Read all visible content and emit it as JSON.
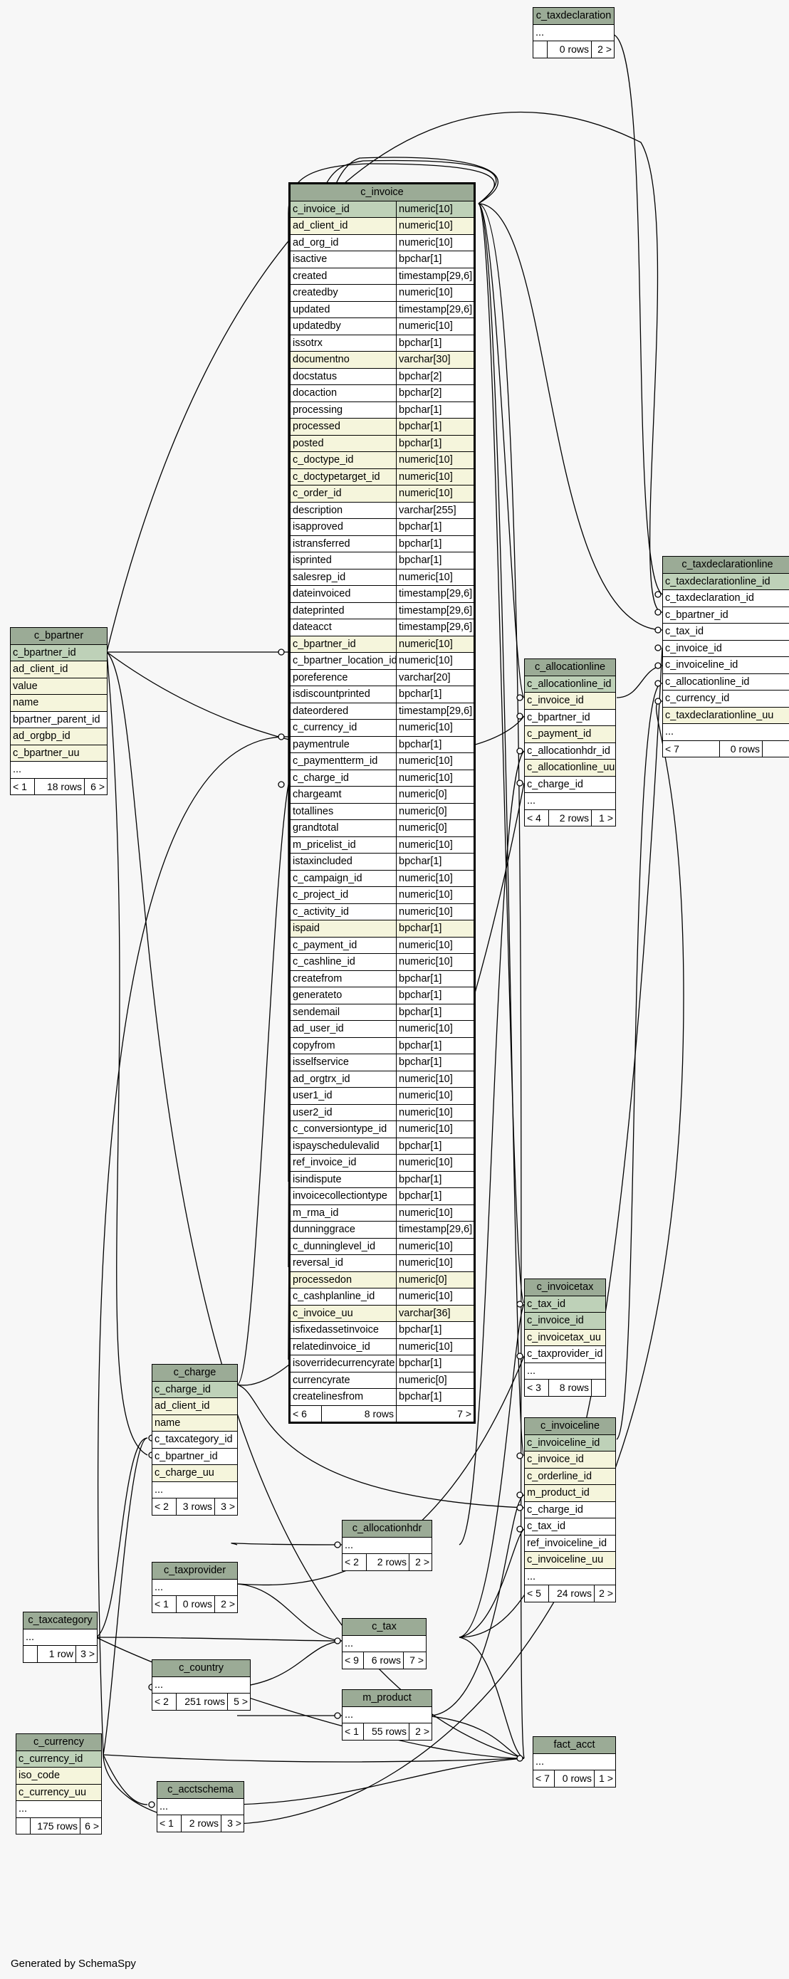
{
  "footer": "Generated by SchemaSpy",
  "tables": {
    "c_invoice": {
      "name": "c_invoice",
      "columns": [
        [
          "c_invoice_id",
          "numeric[10]",
          "pk"
        ],
        [
          "ad_client_id",
          "numeric[10]",
          "idx"
        ],
        [
          "ad_org_id",
          "numeric[10]",
          ""
        ],
        [
          "isactive",
          "bpchar[1]",
          ""
        ],
        [
          "created",
          "timestamp[29,6]",
          ""
        ],
        [
          "createdby",
          "numeric[10]",
          ""
        ],
        [
          "updated",
          "timestamp[29,6]",
          ""
        ],
        [
          "updatedby",
          "numeric[10]",
          ""
        ],
        [
          "issotrx",
          "bpchar[1]",
          ""
        ],
        [
          "documentno",
          "varchar[30]",
          "idx"
        ],
        [
          "docstatus",
          "bpchar[2]",
          ""
        ],
        [
          "docaction",
          "bpchar[2]",
          ""
        ],
        [
          "processing",
          "bpchar[1]",
          ""
        ],
        [
          "processed",
          "bpchar[1]",
          "idx"
        ],
        [
          "posted",
          "bpchar[1]",
          "idx"
        ],
        [
          "c_doctype_id",
          "numeric[10]",
          "idx"
        ],
        [
          "c_doctypetarget_id",
          "numeric[10]",
          "idx"
        ],
        [
          "c_order_id",
          "numeric[10]",
          "idx"
        ],
        [
          "description",
          "varchar[255]",
          ""
        ],
        [
          "isapproved",
          "bpchar[1]",
          ""
        ],
        [
          "istransferred",
          "bpchar[1]",
          ""
        ],
        [
          "isprinted",
          "bpchar[1]",
          ""
        ],
        [
          "salesrep_id",
          "numeric[10]",
          ""
        ],
        [
          "dateinvoiced",
          "timestamp[29,6]",
          ""
        ],
        [
          "dateprinted",
          "timestamp[29,6]",
          ""
        ],
        [
          "dateacct",
          "timestamp[29,6]",
          ""
        ],
        [
          "c_bpartner_id",
          "numeric[10]",
          "idx"
        ],
        [
          "c_bpartner_location_id",
          "numeric[10]",
          ""
        ],
        [
          "poreference",
          "varchar[20]",
          ""
        ],
        [
          "isdiscountprinted",
          "bpchar[1]",
          ""
        ],
        [
          "dateordered",
          "timestamp[29,6]",
          ""
        ],
        [
          "c_currency_id",
          "numeric[10]",
          ""
        ],
        [
          "paymentrule",
          "bpchar[1]",
          ""
        ],
        [
          "c_paymentterm_id",
          "numeric[10]",
          ""
        ],
        [
          "c_charge_id",
          "numeric[10]",
          ""
        ],
        [
          "chargeamt",
          "numeric[0]",
          ""
        ],
        [
          "totallines",
          "numeric[0]",
          ""
        ],
        [
          "grandtotal",
          "numeric[0]",
          ""
        ],
        [
          "m_pricelist_id",
          "numeric[10]",
          ""
        ],
        [
          "istaxincluded",
          "bpchar[1]",
          ""
        ],
        [
          "c_campaign_id",
          "numeric[10]",
          ""
        ],
        [
          "c_project_id",
          "numeric[10]",
          ""
        ],
        [
          "c_activity_id",
          "numeric[10]",
          ""
        ],
        [
          "ispaid",
          "bpchar[1]",
          "idx"
        ],
        [
          "c_payment_id",
          "numeric[10]",
          ""
        ],
        [
          "c_cashline_id",
          "numeric[10]",
          ""
        ],
        [
          "createfrom",
          "bpchar[1]",
          ""
        ],
        [
          "generateto",
          "bpchar[1]",
          ""
        ],
        [
          "sendemail",
          "bpchar[1]",
          ""
        ],
        [
          "ad_user_id",
          "numeric[10]",
          ""
        ],
        [
          "copyfrom",
          "bpchar[1]",
          ""
        ],
        [
          "isselfservice",
          "bpchar[1]",
          ""
        ],
        [
          "ad_orgtrx_id",
          "numeric[10]",
          ""
        ],
        [
          "user1_id",
          "numeric[10]",
          ""
        ],
        [
          "user2_id",
          "numeric[10]",
          ""
        ],
        [
          "c_conversiontype_id",
          "numeric[10]",
          ""
        ],
        [
          "ispayschedulevalid",
          "bpchar[1]",
          ""
        ],
        [
          "ref_invoice_id",
          "numeric[10]",
          ""
        ],
        [
          "isindispute",
          "bpchar[1]",
          ""
        ],
        [
          "invoicecollectiontype",
          "bpchar[1]",
          ""
        ],
        [
          "m_rma_id",
          "numeric[10]",
          ""
        ],
        [
          "dunninggrace",
          "timestamp[29,6]",
          ""
        ],
        [
          "c_dunninglevel_id",
          "numeric[10]",
          ""
        ],
        [
          "reversal_id",
          "numeric[10]",
          ""
        ],
        [
          "processedon",
          "numeric[0]",
          "idx"
        ],
        [
          "c_cashplanline_id",
          "numeric[10]",
          ""
        ],
        [
          "c_invoice_uu",
          "varchar[36]",
          "idx"
        ],
        [
          "isfixedassetinvoice",
          "bpchar[1]",
          ""
        ],
        [
          "relatedinvoice_id",
          "numeric[10]",
          ""
        ],
        [
          "isoverridecurrencyrate",
          "bpchar[1]",
          ""
        ],
        [
          "currencyrate",
          "numeric[0]",
          ""
        ],
        [
          "createlinesfrom",
          "bpchar[1]",
          ""
        ]
      ],
      "footer": [
        "< 6",
        "8 rows",
        "7 >"
      ]
    },
    "c_taxdeclaration": {
      "name": "c_taxdeclaration",
      "columns": [
        [
          "...",
          "",
          ""
        ]
      ],
      "footer": [
        "",
        "0 rows",
        "2 >"
      ]
    },
    "c_taxdeclarationline": {
      "name": "c_taxdeclarationline",
      "columns": [
        [
          "c_taxdeclarationline_id",
          "",
          "pk"
        ],
        [
          "c_taxdeclaration_id",
          "",
          ""
        ],
        [
          "c_bpartner_id",
          "",
          ""
        ],
        [
          "c_tax_id",
          "",
          ""
        ],
        [
          "c_invoice_id",
          "",
          ""
        ],
        [
          "c_invoiceline_id",
          "",
          ""
        ],
        [
          "c_allocationline_id",
          "",
          ""
        ],
        [
          "c_currency_id",
          "",
          ""
        ],
        [
          "c_taxdeclarationline_uu",
          "",
          "idx"
        ],
        [
          "...",
          "",
          ""
        ]
      ],
      "footer": [
        "< 7",
        "0 rows",
        ""
      ]
    },
    "c_bpartner": {
      "name": "c_bpartner",
      "columns": [
        [
          "c_bpartner_id",
          "",
          "pk"
        ],
        [
          "ad_client_id",
          "",
          "idx"
        ],
        [
          "value",
          "",
          "idx"
        ],
        [
          "name",
          "",
          "idx"
        ],
        [
          "bpartner_parent_id",
          "",
          ""
        ],
        [
          "ad_orgbp_id",
          "",
          "idx"
        ],
        [
          "c_bpartner_uu",
          "",
          "idx"
        ],
        [
          "...",
          "",
          ""
        ]
      ],
      "footer": [
        "< 1",
        "18 rows",
        "6 >"
      ]
    },
    "c_allocationline": {
      "name": "c_allocationline",
      "columns": [
        [
          "c_allocationline_id",
          "",
          "pk"
        ],
        [
          "c_invoice_id",
          "",
          "idx"
        ],
        [
          "c_bpartner_id",
          "",
          ""
        ],
        [
          "c_payment_id",
          "",
          "idx"
        ],
        [
          "c_allocationhdr_id",
          "",
          ""
        ],
        [
          "c_allocationline_uu",
          "",
          "idx"
        ],
        [
          "c_charge_id",
          "",
          ""
        ],
        [
          "...",
          "",
          ""
        ]
      ],
      "footer": [
        "< 4",
        "2 rows",
        "1 >"
      ]
    },
    "c_invoicetax": {
      "name": "c_invoicetax",
      "columns": [
        [
          "c_tax_id",
          "",
          "pk"
        ],
        [
          "c_invoice_id",
          "",
          "pk"
        ],
        [
          "c_invoicetax_uu",
          "",
          "idx"
        ],
        [
          "c_taxprovider_id",
          "",
          ""
        ],
        [
          "...",
          "",
          ""
        ]
      ],
      "footer": [
        "< 3",
        "8 rows",
        ""
      ]
    },
    "c_invoiceline": {
      "name": "c_invoiceline",
      "columns": [
        [
          "c_invoiceline_id",
          "",
          "pk"
        ],
        [
          "c_invoice_id",
          "",
          "idx"
        ],
        [
          "c_orderline_id",
          "",
          "idx"
        ],
        [
          "m_product_id",
          "",
          "idx"
        ],
        [
          "c_charge_id",
          "",
          ""
        ],
        [
          "c_tax_id",
          "",
          ""
        ],
        [
          "ref_invoiceline_id",
          "",
          ""
        ],
        [
          "c_invoiceline_uu",
          "",
          "idx"
        ],
        [
          "...",
          "",
          ""
        ]
      ],
      "footer": [
        "< 5",
        "24 rows",
        "2 >"
      ]
    },
    "c_charge": {
      "name": "c_charge",
      "columns": [
        [
          "c_charge_id",
          "",
          "pk"
        ],
        [
          "ad_client_id",
          "",
          "idx"
        ],
        [
          "name",
          "",
          "idx"
        ],
        [
          "c_taxcategory_id",
          "",
          ""
        ],
        [
          "c_bpartner_id",
          "",
          ""
        ],
        [
          "c_charge_uu",
          "",
          "idx"
        ],
        [
          "...",
          "",
          ""
        ]
      ],
      "footer": [
        "< 2",
        "3 rows",
        "3 >"
      ]
    },
    "c_allocationhdr": {
      "name": "c_allocationhdr",
      "columns": [
        [
          "...",
          "",
          ""
        ]
      ],
      "footer": [
        "< 2",
        "2 rows",
        "2 >"
      ]
    },
    "c_taxprovider": {
      "name": "c_taxprovider",
      "columns": [
        [
          "...",
          "",
          ""
        ]
      ],
      "footer": [
        "< 1",
        "0 rows",
        "2 >"
      ]
    },
    "c_taxcategory": {
      "name": "c_taxcategory",
      "columns": [
        [
          "...",
          "",
          ""
        ]
      ],
      "footer": [
        "",
        "1 row",
        "3 >"
      ]
    },
    "c_tax": {
      "name": "c_tax",
      "columns": [
        [
          "...",
          "",
          ""
        ]
      ],
      "footer": [
        "< 9",
        "6 rows",
        "7 >"
      ]
    },
    "c_country": {
      "name": "c_country",
      "columns": [
        [
          "...",
          "",
          ""
        ]
      ],
      "footer": [
        "< 2",
        "251 rows",
        "5 >"
      ]
    },
    "m_product": {
      "name": "m_product",
      "columns": [
        [
          "...",
          "",
          ""
        ]
      ],
      "footer": [
        "< 1",
        "55 rows",
        "2 >"
      ]
    },
    "c_currency": {
      "name": "c_currency",
      "columns": [
        [
          "c_currency_id",
          "",
          "pk"
        ],
        [
          "iso_code",
          "",
          "idx"
        ],
        [
          "c_currency_uu",
          "",
          "idx"
        ],
        [
          "...",
          "",
          ""
        ]
      ],
      "footer": [
        "",
        "175 rows",
        "6 >"
      ]
    },
    "c_acctschema": {
      "name": "c_acctschema",
      "columns": [
        [
          "...",
          "",
          ""
        ]
      ],
      "footer": [
        "< 1",
        "2 rows",
        "3 >"
      ]
    },
    "fact_acct": {
      "name": "fact_acct",
      "columns": [
        [
          "...",
          "",
          ""
        ]
      ],
      "footer": [
        "< 7",
        "0 rows",
        "1 >"
      ]
    }
  }
}
